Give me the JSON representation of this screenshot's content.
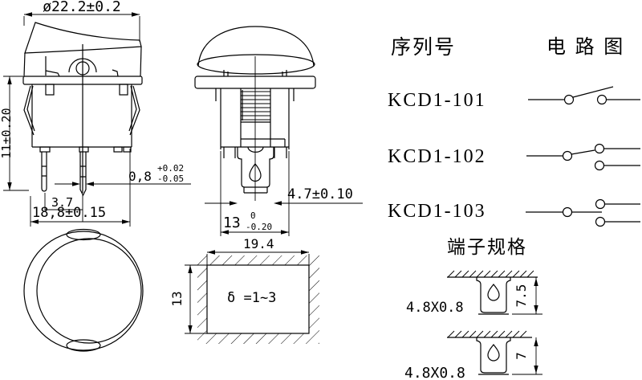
{
  "colors": {
    "ink": "#000000",
    "bg": "#ffffff"
  },
  "side_view": {
    "dim_diameter": "ø22.2±0.2",
    "dim_height": "11±0.20",
    "dim_pin_offset": "3.7",
    "dim_body_width": "18,8±0.15",
    "dim_pin_thickness": "0,8",
    "pin_thickness_tol_upper": "+0.02",
    "pin_thickness_tol_lower": "-0.05"
  },
  "front_view": {
    "dim_terminal": "4.7±0.10",
    "dim_neck": "13",
    "neck_tol_upper": "0",
    "neck_tol_lower": "-0.20"
  },
  "panel_cutout": {
    "dim_width": "19.4",
    "dim_height": "13",
    "panel_thickness": "δ =1~3"
  },
  "series_table": {
    "serial_header": "序列号",
    "circuit_header": "电 路 图",
    "rows": [
      {
        "model": "KCD1-101",
        "circuit": "spst-on-off"
      },
      {
        "model": "KCD1-102",
        "circuit": "spdt-on-on"
      },
      {
        "model": "KCD1-103",
        "circuit": "spdt-on-off-on"
      }
    ]
  },
  "terminal_spec": {
    "header": "端子规格",
    "items": [
      {
        "size": "4.8X0.8",
        "length": "7.5"
      },
      {
        "size": "4.8X0.8",
        "length": "7"
      }
    ]
  }
}
